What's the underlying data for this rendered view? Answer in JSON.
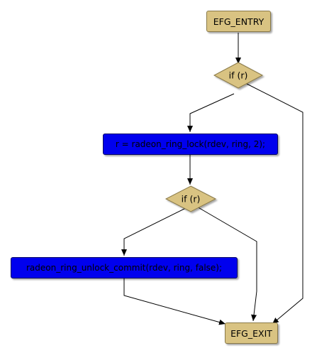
{
  "nodes": {
    "entry": "EFG_ENTRY",
    "cond1": "if (r)",
    "stmt1": "r = radeon_ring_lock(rdev, ring, 2);",
    "cond2": "if (r)",
    "stmt2": "radeon_ring_unlock_commit(rdev, ring, false);",
    "exit": "EFG_EXIT"
  },
  "colors": {
    "terminal": "#d9c382",
    "decision": "#d9c382",
    "statement": "#0000ee",
    "edge": "#000000"
  }
}
